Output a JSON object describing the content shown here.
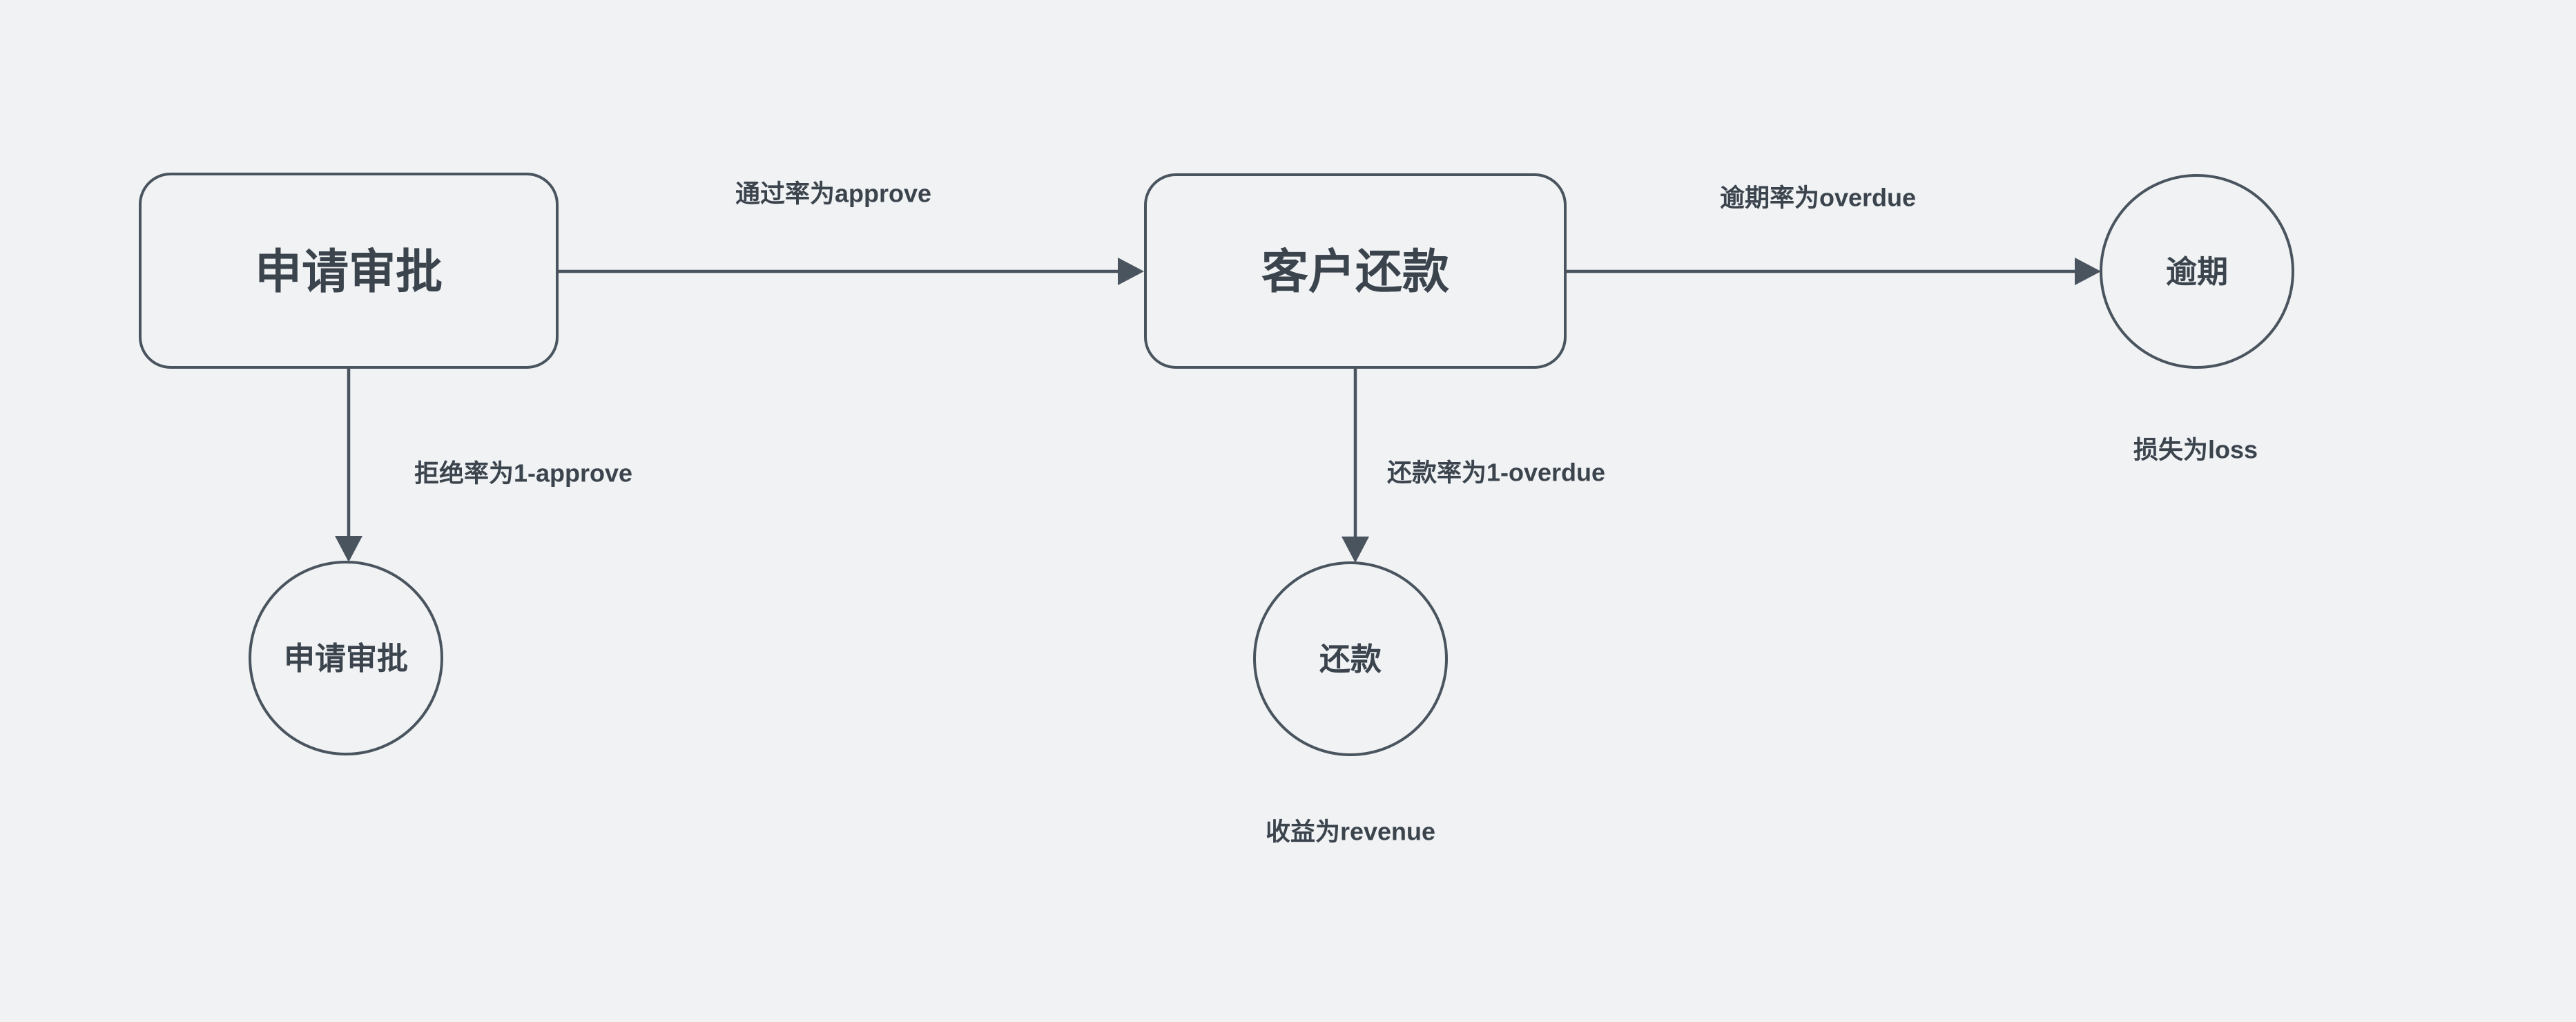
{
  "diagram": {
    "background_color": "#f0f2f4",
    "shape_stroke_color": "#4a545e",
    "text_color": "#3b444d",
    "nodes": {
      "approval_box": {
        "label": "申请审批",
        "shape": "rounded-rectangle"
      },
      "repayment_box": {
        "label": "客户还款",
        "shape": "rounded-rectangle"
      },
      "overdue_circle": {
        "label": "逾期",
        "shape": "circle"
      },
      "approval_result_circle": {
        "label": "申请审批",
        "shape": "circle"
      },
      "repayment_result_circle": {
        "label": "还款",
        "shape": "circle"
      }
    },
    "edges": {
      "approve": {
        "label": "通过率为approve",
        "from": "申请审批",
        "to": "客户还款"
      },
      "overdue": {
        "label": "逾期率为overdue",
        "from": "客户还款",
        "to": "逾期"
      },
      "reject": {
        "label": "拒绝率为1-approve",
        "from": "申请审批",
        "to": "申请审批"
      },
      "repay": {
        "label": "还款率为1-overdue",
        "from": "客户还款",
        "to": "还款"
      }
    },
    "annotations": {
      "loss": {
        "label": "损失为loss"
      },
      "revenue": {
        "label": "收益为revenue"
      }
    }
  }
}
